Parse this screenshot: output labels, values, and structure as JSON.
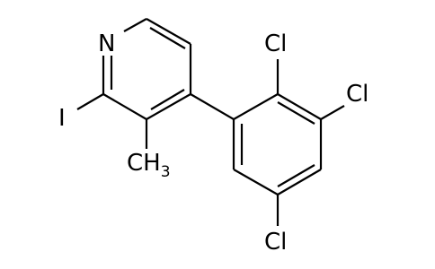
{
  "molecule": {
    "atoms": {
      "n1": "N",
      "i1": "I",
      "methyl_main": "CH",
      "methyl_sub": "3",
      "cl1": "Cl",
      "cl2": "Cl",
      "cl3": "Cl"
    }
  }
}
